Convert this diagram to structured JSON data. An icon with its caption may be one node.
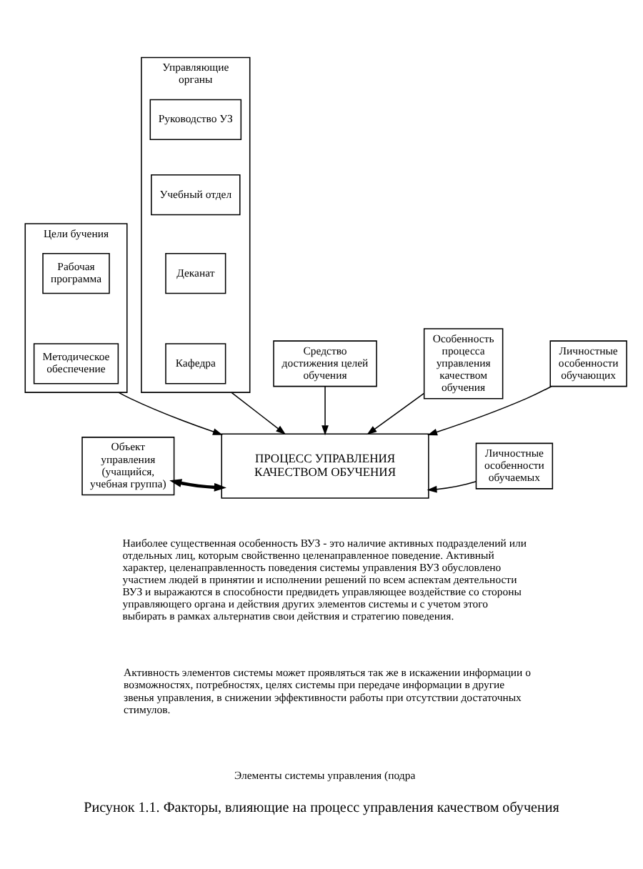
{
  "diagram": {
    "caption": "Рисунок 1.1. Факторы, влияющие на процесс управления качеством обучения",
    "nodes": [
      {
        "text": [
          "Цели бучения"
        ]
      },
      {
        "text": [
          "Рабочая программа"
        ],
        "in": 0
      },
      {
        "text": [
          "Методическое обеспечение"
        ],
        "in": 0
      },
      {
        "text": [
          "Управляющие органы"
        ]
      },
      {
        "text": [
          "Руководство УЗ"
        ],
        "in": 3
      },
      {
        "text": [
          "Учебный отдел"
        ],
        "in": 3
      },
      {
        "text": [
          "Деканат"
        ],
        "in": 3
      },
      {
        "text": [
          "Кафедра"
        ],
        "in": 3
      },
      {
        "text": [
          "Средство достижения целей обучения"
        ]
      },
      {
        "text": [
          "Особенность процесса управления качеством обучения"
        ]
      },
      {
        "text": [
          "Личностные особенности обучающих"
        ]
      },
      {
        "text": [
          "ПРОЦЕСС УПРАВЛЕНИЯ КАЧЕСТВОМ ОБУЧЕНИЯ"
        ]
      },
      {
        "text": [
          "Личностные особенности обучаемых"
        ]
      },
      {
        "text": [
          "Объект управления (учащийся, учебная группа)"
        ]
      }
    ],
    "edges": [
      {
        "from": 0,
        "to": 11,
        "arrow": "to"
      },
      {
        "from": 3,
        "to": 11,
        "arrow": "to"
      },
      {
        "from": 8,
        "to": 11,
        "arrow": "to"
      },
      {
        "from": 9,
        "to": 11,
        "arrow": "to"
      },
      {
        "from": 10,
        "to": 11,
        "arrow": "to"
      },
      {
        "from": 12,
        "to": 11,
        "arrow": "to"
      },
      {
        "from": 13,
        "to": 11,
        "arrow": "both",
        "style": "thick"
      }
    ],
    "labels": [
      "Наиболее существенная особенность ВУЗ - это наличие активных подразделений или отдельных лиц, которым свойственно целенаправленное поведение. Активный характер, целенаправленность поведения системы управления ВУЗ обусловлено участием людей в принятии и исполнении решений по всем аспектам деятельности ВУЗ и выражаются в способности предвидеть управляющее воздействие со стороны управляющего органа и действия других элементов системы и с учетом этого выбирать в рамках альтернатив свои действия и стратегию поведения.",
      "Активность элементов системы может проявляться так же в искажении информации о возможностях, потребностях, целях системы при передаче информации в другие звенья управления, в снижении эффективности работы при отсутствии достаточных стимулов.",
      "Элементы системы управления (подра"
    ]
  }
}
